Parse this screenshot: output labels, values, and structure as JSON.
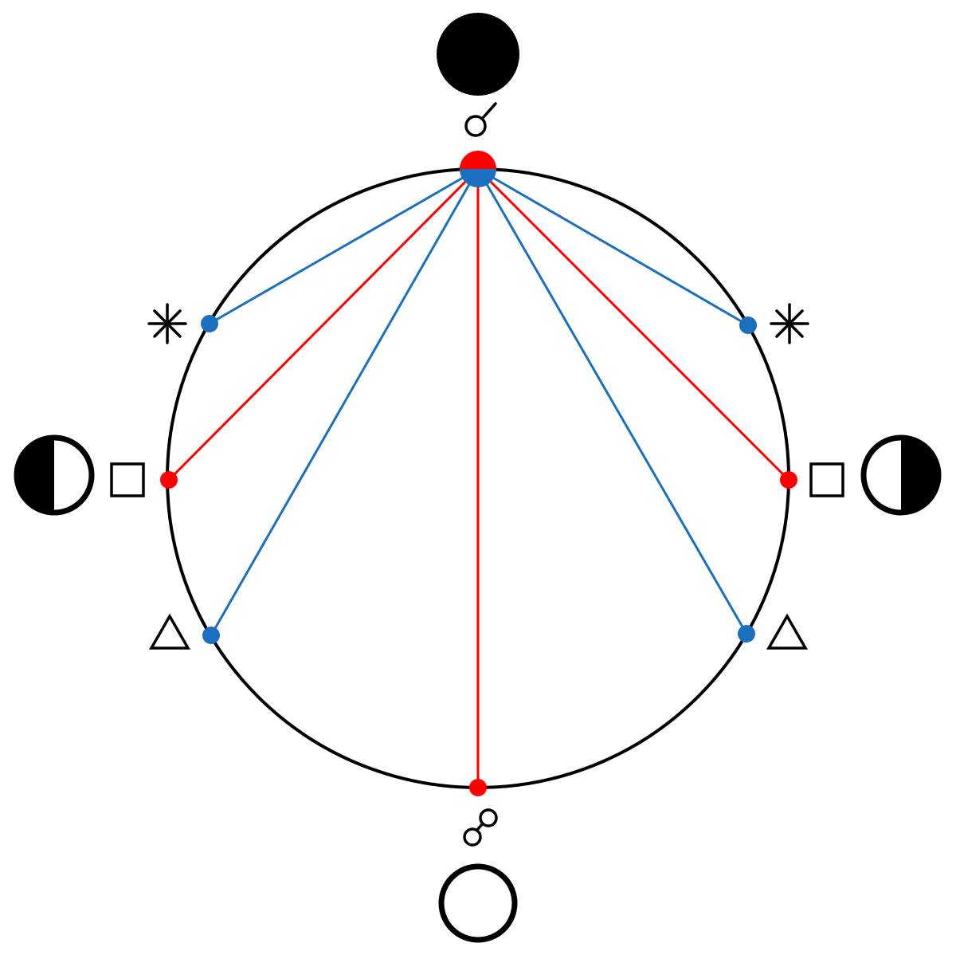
{
  "diagram": {
    "colors": {
      "background": "#ffffff",
      "outline": "#000000",
      "hard_aspect": "#ff0000",
      "soft_aspect": "#1a6fbf"
    },
    "aspects": [
      {
        "key": "conjunction",
        "icon": "conjunction-glyph-icon",
        "moon_phase": "new-moon-icon",
        "dot_color": "red-blue"
      },
      {
        "key": "sextile-left",
        "icon": "sextile-glyph-icon",
        "dot_color": "blue"
      },
      {
        "key": "sextile-right",
        "icon": "sextile-glyph-icon",
        "dot_color": "blue"
      },
      {
        "key": "square-left",
        "icon": "square-glyph-icon",
        "moon_phase": "first-quarter-moon-icon",
        "dot_color": "red"
      },
      {
        "key": "square-right",
        "icon": "square-glyph-icon",
        "moon_phase": "last-quarter-moon-icon",
        "dot_color": "red"
      },
      {
        "key": "trine-left",
        "icon": "trine-glyph-icon",
        "dot_color": "blue"
      },
      {
        "key": "trine-right",
        "icon": "trine-glyph-icon",
        "dot_color": "blue"
      },
      {
        "key": "opposition",
        "icon": "opposition-glyph-icon",
        "moon_phase": "full-moon-icon",
        "dot_color": "red"
      }
    ]
  }
}
